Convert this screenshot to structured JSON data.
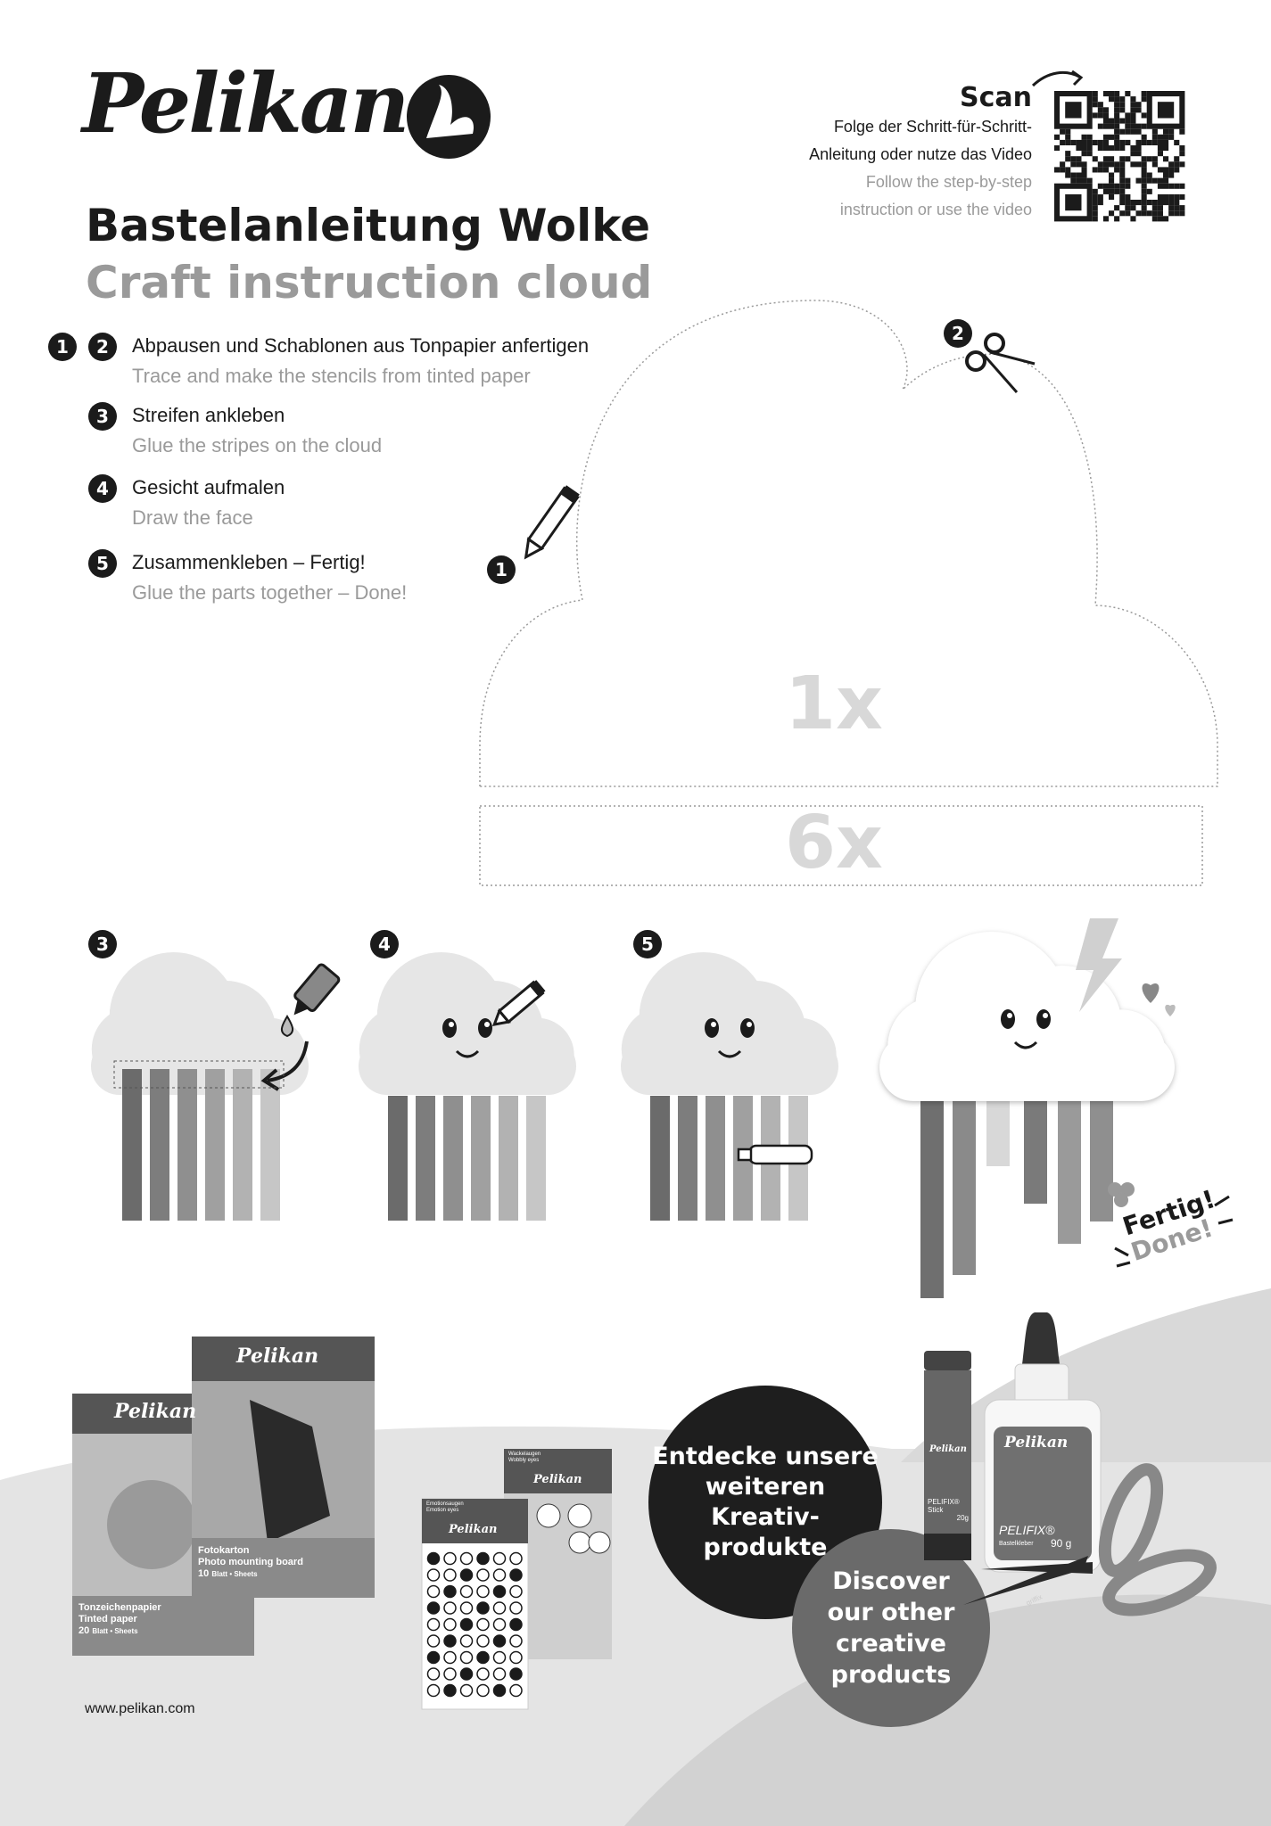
{
  "brand": {
    "name": "Pelikan",
    "website": "www.pelikan.com"
  },
  "title": {
    "de": "Bastelanleitung Wolke",
    "en": "Craft instruction cloud"
  },
  "scan": {
    "label": "Scan",
    "de_line1": "Folge der Schritt-für-Schritt-",
    "de_line2": "Anleitung oder nutze das Video",
    "en_line1": "Follow the step-by-step",
    "en_line2": "instruction or use the video"
  },
  "steps": [
    {
      "numbers": [
        "1",
        "2"
      ],
      "de": "Abpausen und Schablonen aus Tonpapier anfertigen",
      "en": "Trace and make the stencils from tinted paper"
    },
    {
      "numbers": [
        "3"
      ],
      "de": "Streifen ankleben",
      "en": "Glue the stripes on the cloud"
    },
    {
      "numbers": [
        "4"
      ],
      "de": "Gesicht aufmalen",
      "en": "Draw the face"
    },
    {
      "numbers": [
        "5"
      ],
      "de": "Zusammenkleben – Fertig!",
      "en": "Glue the parts together – Done!"
    }
  ],
  "template": {
    "cloud_count": "1x",
    "strip_count": "6x",
    "badge_trace": "1",
    "badge_cut": "2"
  },
  "illustrations": {
    "badges": [
      "3",
      "4",
      "5"
    ],
    "done_de": "Fertig!",
    "done_en": "Done!"
  },
  "promo": {
    "de_line1": "Entdecke unsere",
    "de_line2": "weiteren Kreativ-",
    "de_line3": "produkte",
    "en_line1": "Discover",
    "en_line2": "our other",
    "en_line3": "creative",
    "en_line4": "products"
  },
  "products": {
    "tinted": {
      "brand": "Pelikan",
      "de": "Tonzeichenpapier",
      "en": "Tinted paper",
      "count": "20",
      "unit": "Blatt • Sheets"
    },
    "photo": {
      "brand": "Pelikan",
      "de": "Fotokarton",
      "en": "Photo mounting board",
      "count": "10",
      "unit": "Blatt • Sheets"
    },
    "emotion": {
      "brand": "Pelikan",
      "de": "Emotionsaugen",
      "en": "Emotion eyes"
    },
    "wobbly": {
      "brand": "Pelikan",
      "de": "Wackelaugen",
      "en": "Wobbly eyes"
    },
    "stick": {
      "brand": "Pelikan",
      "name": "PELIFIX® Stick",
      "weight": "20g"
    },
    "bottle": {
      "brand": "Pelikan",
      "name": "PELIFIX®",
      "sub": "Bastelkleber",
      "weight": "90 g"
    },
    "scissors": {
      "name": "griffix"
    }
  },
  "colors": {
    "ink": "#1b1b1b",
    "muted": "#9a9a9a",
    "bg_grey": "#e4e4e4",
    "promo_dark": "#1e1e1e",
    "promo_grey": "#6a6a6a"
  }
}
